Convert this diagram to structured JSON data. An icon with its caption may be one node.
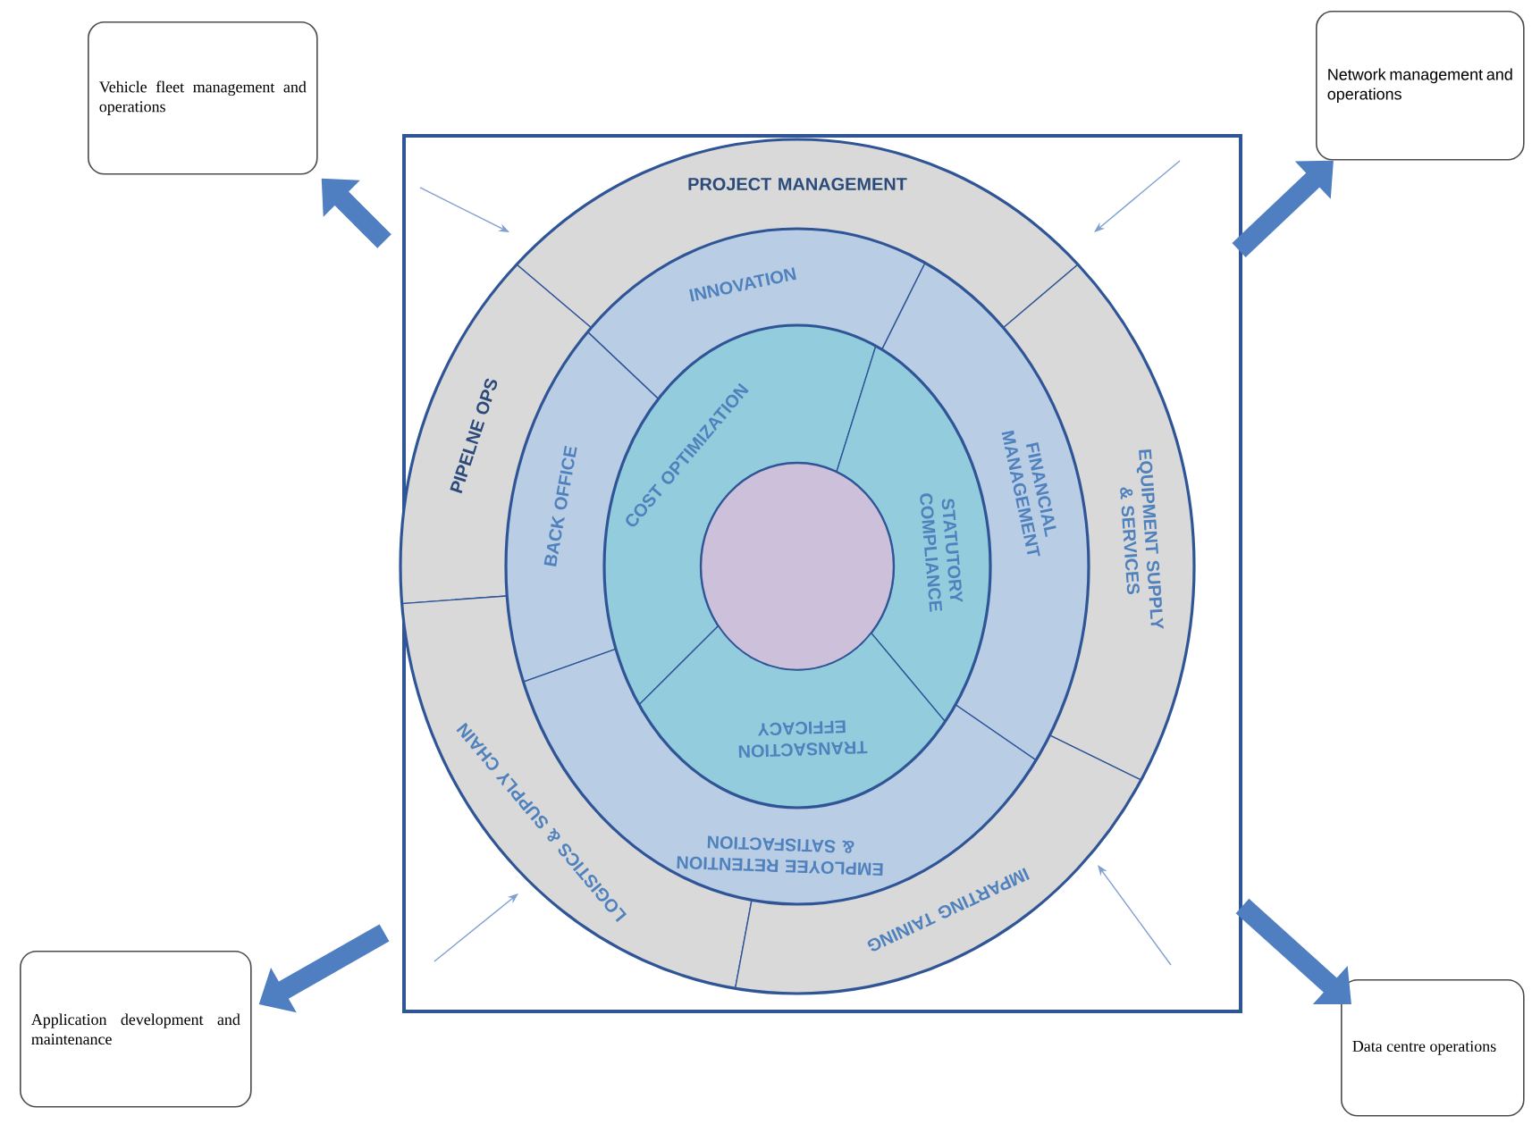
{
  "diagram": {
    "nodes": [
      {
        "text": [
          "Vehicle fleet management and operations"
        ]
      },
      {
        "text": [
          "Network management and operations"
        ]
      },
      {
        "text": [],
        "shape": "box"
      },
      {
        "text": [
          "PROJECT MANAGEMENT"
        ],
        "in": 2
      },
      {
        "text": [
          "PIPELNE OPS"
        ],
        "in": 2
      },
      {
        "text": [
          "EQUIPMENT SUPPLY & SERVICES"
        ],
        "in": 2
      },
      {
        "text": [
          "INNOVATION"
        ],
        "in": 2
      },
      {
        "text": [
          "BACK OFFICE"
        ],
        "in": 2
      },
      {
        "text": [
          "FINANCIAL MANAGEMENT"
        ],
        "in": 2
      },
      {
        "text": [
          "COST OPTIMIZATION"
        ],
        "in": 2
      },
      {
        "text": [
          "STATUTORY COMPLIANCE"
        ],
        "in": 2
      },
      {
        "text": [],
        "shape": "circle",
        "in": 2
      },
      {
        "text": [
          "TRANSACTION EFFICACY"
        ],
        "in": 2
      },
      {
        "text": [
          "EMPLOYEE RETENTION & SATISFACTION"
        ],
        "in": 2
      },
      {
        "text": [
          "LOGISTICS & SUPPLY CHAIN"
        ],
        "in": 2
      },
      {
        "text": [
          "IMPARTING TAINING"
        ],
        "in": 2
      },
      {
        "text": [
          "Application development and maintenance"
        ]
      },
      {
        "text": [
          "Data centre operations"
        ]
      }
    ],
    "edges": [
      {
        "from": 2,
        "to": 0,
        "arrow": "to"
      },
      {
        "from": 2,
        "to": 1,
        "arrow": "to"
      },
      {
        "from": 2,
        "to": 16,
        "arrow": "to"
      },
      {
        "from": 2,
        "to": 17,
        "arrow": "to"
      }
    ]
  }
}
